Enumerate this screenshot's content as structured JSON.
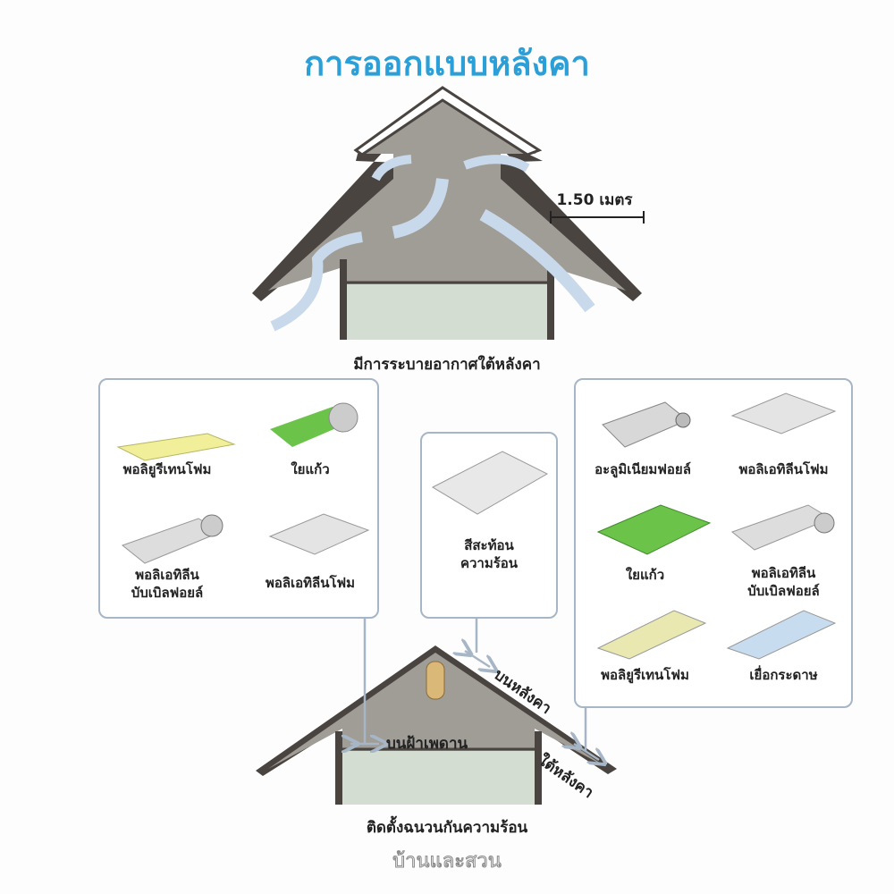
{
  "title": "การออกแบบหลังคา",
  "top_house": {
    "caption": "มีการระบายอากาศใต้หลังคา",
    "scale_label": "1.50 เมตร"
  },
  "left_box": {
    "items": [
      {
        "label": "พอลิยูรีเทนโฟม",
        "icon": "pu-foam-board"
      },
      {
        "label": "ใยแก้ว",
        "icon": "fiberglass-roll"
      },
      {
        "label_line1": "พอลิเอทิลีน",
        "label_line2": "บับเบิลฟอยล์",
        "icon": "bubble-foil-roll"
      },
      {
        "label": "พอลิเอทิลีนโฟม",
        "icon": "pe-foam-sheet"
      }
    ]
  },
  "middle_box": {
    "label_line1": "สีสะท้อน",
    "label_line2": "ความร้อน",
    "icon": "reflective-roof-sheet"
  },
  "right_box": {
    "items": [
      {
        "label": "อะลูมิเนียมฟอยล์",
        "icon": "aluminium-foil-roll"
      },
      {
        "label": "พอลิเอทิลีนโฟม",
        "icon": "pe-foam-sheet"
      },
      {
        "label": "ใยแก้ว",
        "icon": "fiberglass-sheet"
      },
      {
        "label_line1": "พอลิเอทิลีน",
        "label_line2": "บับเบิลฟอยล์",
        "icon": "bubble-foil-roll"
      },
      {
        "label": "พอลิยูรีเทนโฟม",
        "icon": "pu-spray-roof"
      },
      {
        "label": "เยื่อกระดาษ",
        "icon": "cellulose-spray-roof"
      }
    ]
  },
  "bottom_house": {
    "on_ceiling": "บนฝ้าเพดาน",
    "on_roof": "บนหลังคา",
    "under_roof": "ใต้หลังคา",
    "caption": "ติดตั้งฉนวนกันความร้อน"
  },
  "watermark": "บ้านและสวน",
  "colors": {
    "title": "#2a9fd8",
    "roof_fill": "#a09c96",
    "roof_edge": "#4a4440",
    "room": "#d3ddd2",
    "airflow": "#c9d9ec",
    "box_border": "#a7b6c7"
  }
}
